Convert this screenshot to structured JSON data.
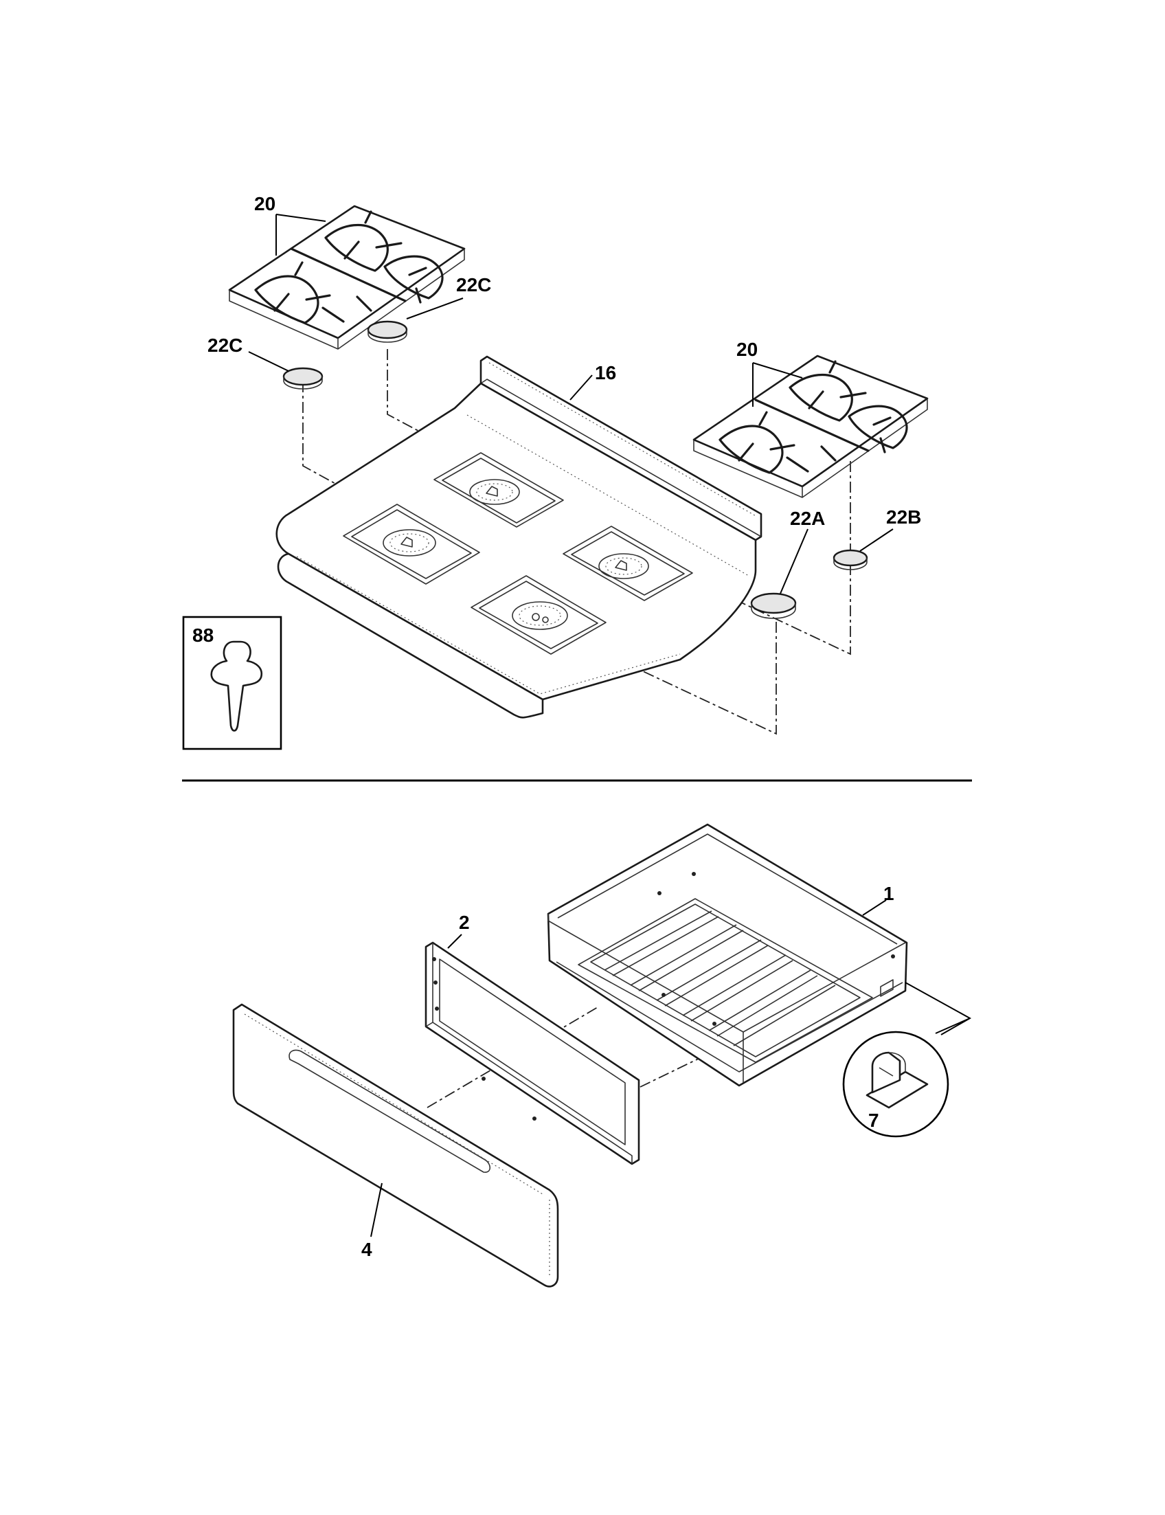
{
  "callouts": {
    "grate_left": "20",
    "grate_right": "20",
    "cap_left_front": "22C",
    "cap_left_rear": "22C",
    "cap_right_front": "22A",
    "cap_right_rear": "22B",
    "cooktop": "16",
    "inset_clip": "88",
    "drawer_body": "1",
    "drawer_liner": "2",
    "drawer_front": "4",
    "inset_bracket": "7"
  }
}
